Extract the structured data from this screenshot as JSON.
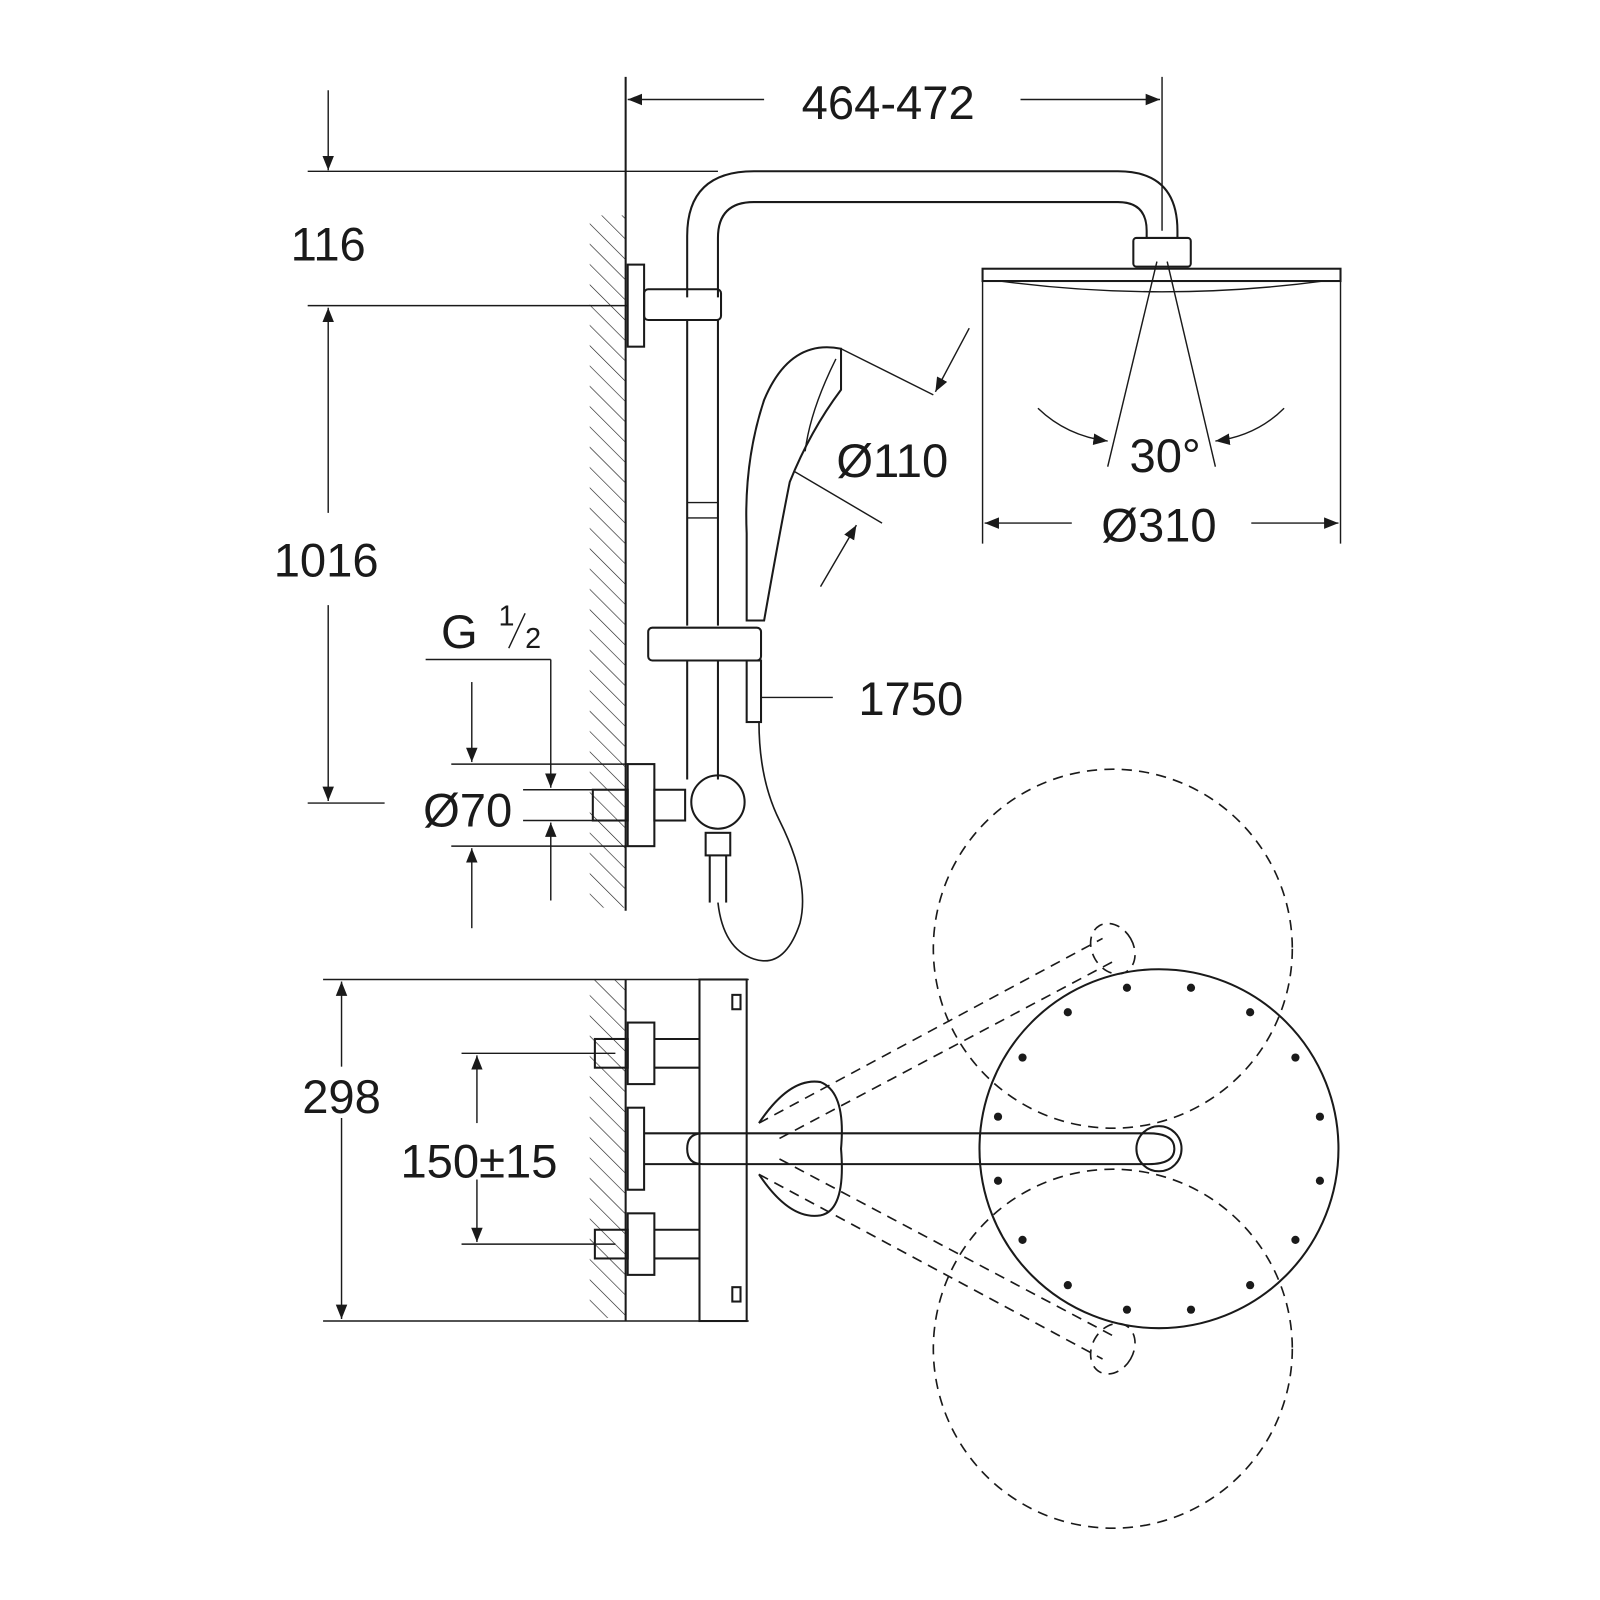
{
  "drawing": {
    "dimensions": {
      "arm_projection": "464-472",
      "top_offset": "116",
      "rail_height": "1016",
      "thread": "G",
      "thread_num": "1",
      "thread_den": "2",
      "escutcheon_diameter": "Ø70",
      "handshower_diameter": "Ø110",
      "spray_angle": "30°",
      "head_diameter": "Ø310",
      "hose_length": "1750",
      "depth": "298",
      "inlet_spacing": "150±15"
    },
    "colors": {
      "line": "#1a1a1a",
      "background": "#ffffff"
    }
  }
}
